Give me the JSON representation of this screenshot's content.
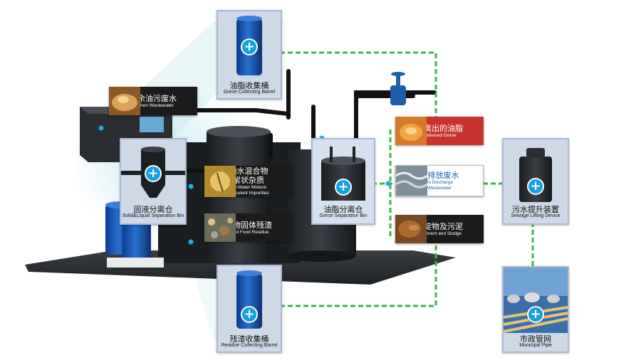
{
  "colors": {
    "connector": "#3ab54a",
    "plus_badge": "#14a1e0",
    "card_bg": "#cfd8e6",
    "highlight_tag": "#c8332e"
  },
  "cards": {
    "grease_barrel": {
      "zh": "油脂收集桶",
      "en": "Grese Collecting Barrel"
    },
    "solid_liquid_bin": {
      "zh": "固液分离仓",
      "en": "Solid&Liquid Separation Bin"
    },
    "grease_bin": {
      "zh": "油脂分离仓",
      "en": "Grese Separation Bin"
    },
    "sewage_lift": {
      "zh": "污水提升装置",
      "en": "Sewage Lifting Device"
    },
    "residue_barrel": {
      "zh": "残渣收集桶",
      "en": "Residue Collecting Barrel"
    },
    "municipal_pipe": {
      "zh": "市政管网",
      "en": "Municipal Pipe"
    }
  },
  "plus_symbol": "+",
  "tags": {
    "kitchen": {
      "zh": "厨余油污废水",
      "en": "Kitchen Wastewater"
    },
    "oil_water": {
      "zh": "油水混合物",
      "zh2": "絮状杂质",
      "en": "Oil-Water Mixture",
      "en2": "flocculent Impurities"
    },
    "solid_food": {
      "zh": "食物固体残渣",
      "en": "Solid Food Residue"
    },
    "released_grease": {
      "zh": "分离出的油脂",
      "en": "Released Grese"
    },
    "discharge": {
      "zh": "可排放废水",
      "en": "To Discharge",
      "en2": "Wastewater"
    },
    "sediment": {
      "zh": "沉淀物及污泥",
      "en": "Sediment and Sludge"
    }
  },
  "icons": [
    "plus-icon",
    "barrel-icon",
    "tank-icon",
    "valve-icon"
  ]
}
